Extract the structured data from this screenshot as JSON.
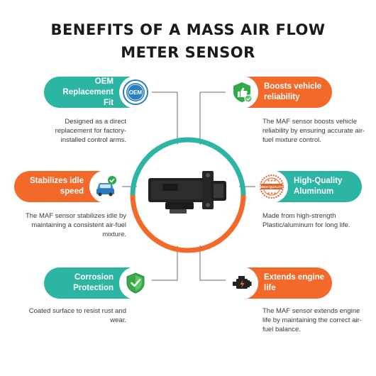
{
  "title": {
    "line1": "BENEFITS OF A MASS AIR FLOW",
    "line2": "METER SENSOR"
  },
  "colors": {
    "teal": "#2db5a3",
    "orange": "#f3692a",
    "line": "#666666"
  },
  "benefits": [
    {
      "title": "OEM Replacement Fit",
      "icon": "oem-seal-icon",
      "badge_text": "OEM",
      "description": "Designed as a direct replacement for factory-installed control arms."
    },
    {
      "title": "Boosts vehicle reliability",
      "icon": "thumbs-up-shield-icon",
      "description": "The MAF sensor boosts vehicle reliability by ensuring accurate air-fuel mixture control."
    },
    {
      "title": "Stabilizes idle speed",
      "icon": "car-check-icon",
      "description": "The MAF sensor stabilizes idle by maintaining a consistent air-fuel mixture."
    },
    {
      "title": "High-Quality Aluminum",
      "icon": "high-quality-stamp-icon",
      "badge_text": "HIGH QUALITY",
      "description": "Made from high-strength Plastic/aluminum for long life."
    },
    {
      "title": "Corrosion Protection",
      "icon": "shield-check-icon",
      "description": "Coated surface to resist rust and wear."
    },
    {
      "title": "Extends engine life",
      "icon": "engine-icon",
      "description": "The MAF sensor extends engine life by maintaining the correct air-fuel balance."
    }
  ],
  "center": {
    "icon": "maf-sensor-image"
  }
}
